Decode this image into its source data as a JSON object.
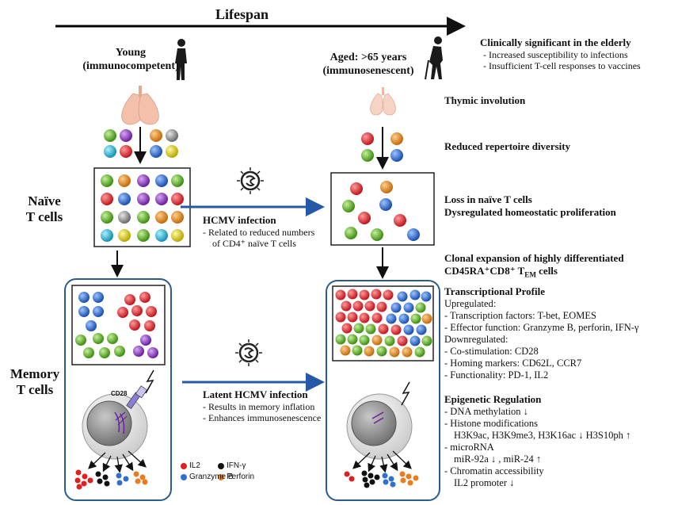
{
  "lifespan_title": "Lifespan",
  "young_label": [
    "Young",
    "(immunocompetent)"
  ],
  "aged_label": [
    "Aged: >65 years",
    "(immunosenescent)"
  ],
  "naive_label": [
    "Naïve",
    "T cells"
  ],
  "memory_label": [
    "Memory",
    "T cells"
  ],
  "clinical": {
    "title": "Clinically significant in the elderly",
    "items": [
      "-  Increased susceptibility to infections",
      "-  Insufficient T-cell responses to vaccines"
    ]
  },
  "thymic": "Thymic involution",
  "repertoire": "Reduced repertoire diversity",
  "naive_loss": [
    "Loss in naïve T cells",
    "Dysregulated homeostatic proliferation"
  ],
  "hcmv_infection": {
    "title": "HCMV infection",
    "lines": [
      "-  Related to reduced numbers",
      "of CD4⁺ naïve  T cells"
    ]
  },
  "latent_hcmv": {
    "title": "Latent HCMV infection",
    "lines": [
      "-  Results in memory inflation",
      "-  Enhances immunosenescence"
    ]
  },
  "clonal": [
    "Clonal expansion of highly differentiated",
    "CD45RA⁺CD8⁺ T"
  ],
  "clonal_sub": "EM",
  "clonal_tail": " cells",
  "transcriptional": {
    "title": "Transcriptional Profile",
    "up_label": "Upregulated:",
    "up_items": [
      "-  Transcription  factors: T-bet, EOMES",
      "-  Effector function: Granzyme B, perforin, IFN-γ"
    ],
    "down_label": "Downregulated:",
    "down_items": [
      "-  Co-stimulation:  CD28",
      "-  Homing markers: CD62L, CCR7",
      "-  Functionality: PD-1, IL2"
    ]
  },
  "epigenetic": {
    "title": "Epigenetic Regulation",
    "lines": [
      "-  DNA methylation ↓",
      "-  Histone modifications",
      "   H3K9ac, H3K9me3, H3K16ac ↓  H3S10ph ↑",
      "-  microRNA",
      "   miR-92a ↓ , miR-24 ↑",
      "-  Chromatin accessibility",
      "   IL2 promoter ↓"
    ]
  },
  "cd28": "CD28",
  "legend": [
    {
      "label": "IL2",
      "color": "#e02020"
    },
    {
      "label": "IFN-γ",
      "color": "#111111"
    },
    {
      "label": "Granzyme B",
      "color": "#2f6fd0"
    },
    {
      "label": "Perforin",
      "color": "#e87d1e"
    }
  ],
  "colors": {
    "arrow_blue": "#2558a6",
    "box_border": "#2c5b8e"
  }
}
